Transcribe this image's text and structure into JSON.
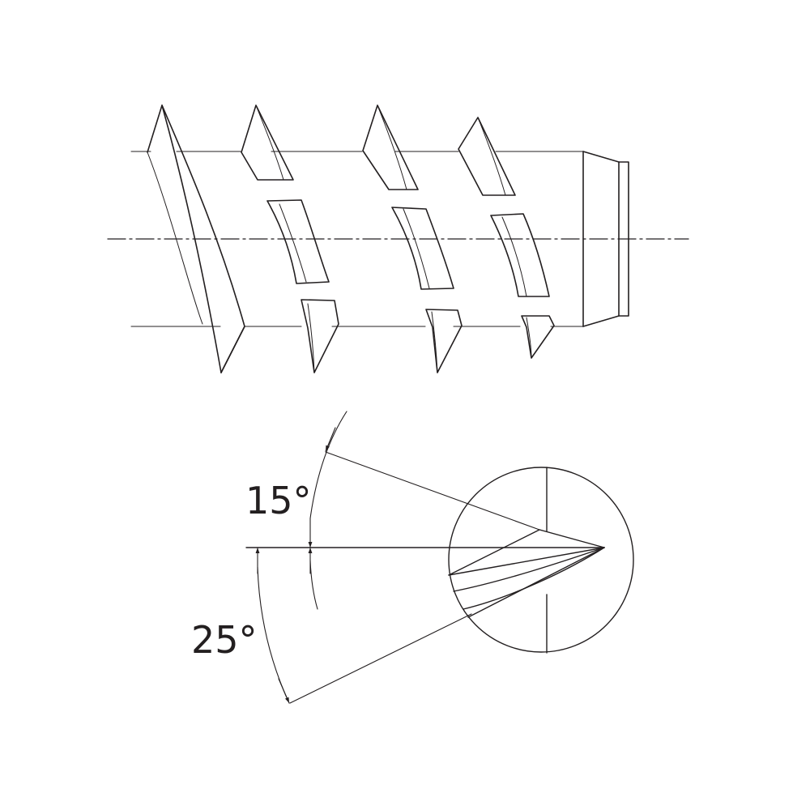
{
  "diagram": {
    "angles": [
      {
        "id": "upper",
        "label": "15°"
      },
      {
        "id": "lower",
        "label": "25°"
      }
    ]
  }
}
